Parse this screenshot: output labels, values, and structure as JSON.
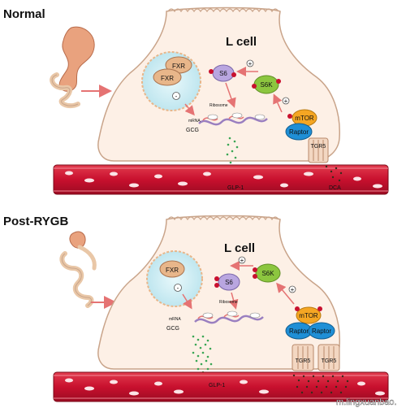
{
  "panels": {
    "top": {
      "condition": "Normal",
      "cell": "L cell",
      "fxr_outer": "FXR",
      "fxr_inner": "FXR",
      "s6": "S6",
      "s6k": "S6K",
      "mtor": "mTOR",
      "raptor": "Raptor",
      "tgr5": "TGR5",
      "plus_a": "+",
      "plus_b": "+",
      "inhib": "-",
      "ribosome": "Ribosome",
      "mrna": "mRNA",
      "gcg": "GCG",
      "glp1": "GLP-1",
      "dca": "DCA"
    },
    "bottom": {
      "condition": "Post-RYGB",
      "cell": "L cell",
      "fxr": "FXR",
      "s6": "S6",
      "s6k": "S6K",
      "mtor": "mTOR",
      "raptor_left": "Raptor",
      "raptor_right": "Raptor",
      "tgr5_left": "TGR5",
      "tgr5_right": "TGR5",
      "plus_a": "+",
      "plus_b": "+",
      "inhib": "-",
      "ribosome": "Ribosome",
      "mrna": "mRNA",
      "gcg": "GCG",
      "glp1": "GLP-1"
    }
  },
  "watermark": "m.lingxuanbao.",
  "colors": {
    "cell_fill": "#fdf0e6",
    "cell_stroke": "#c9a48a",
    "nucleus_fill": "#cfeef5",
    "fxr": "#e8b68a",
    "s6": "#b9a6e0",
    "s6k": "#8cc63f",
    "mtor": "#f5a623",
    "raptor": "#1f8fd6",
    "vessel": "#c8102e",
    "glp1_dots": "#3aa655",
    "arrow": "#e57373"
  }
}
